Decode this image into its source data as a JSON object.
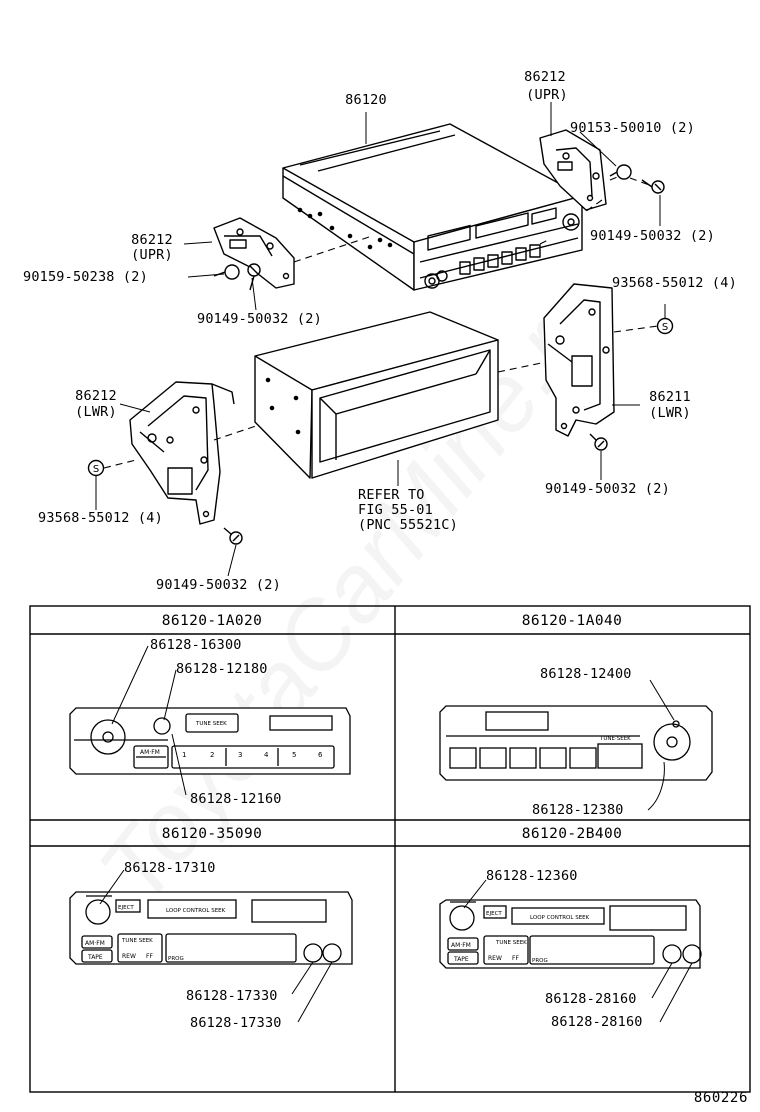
{
  "exploded_view": {
    "labels": {
      "main_unit": "86120",
      "bracket_upr_right": "86212",
      "bracket_upr_right_note": "(UPR)",
      "bolt_a": "90153-50010 (2)",
      "screw_right_upper": "90149-50032 (2)",
      "bracket_upr_left": "86212",
      "bracket_upr_left_note": "(UPR)",
      "bolt_b": "90159-50238 (2)",
      "screw_left_upper": "90149-50032 (2)",
      "clip_right": "93568-55012 (4)",
      "bracket_lwr_right": "86211",
      "bracket_lwr_right_note": "(LWR)",
      "bracket_lwr_left": "86212",
      "bracket_lwr_left_note": "(LWR)",
      "screw_right_lower": "90149-50032 (2)",
      "refer_line1": "REFER TO",
      "refer_line2": "FIG 55-01",
      "refer_line3": "(PNC 55521C)",
      "clip_left": "93568-55012 (4)",
      "screw_left_lower": "90149-50032 (2)"
    }
  },
  "variants": [
    {
      "title": "86120-1A020",
      "callouts": [
        "86128-16300",
        "86128-12180",
        "86128-12160"
      ]
    },
    {
      "title": "86120-1A040",
      "callouts": [
        "86128-12400",
        "86128-12380"
      ]
    },
    {
      "title": "86120-35090",
      "callouts": [
        "86128-17310",
        "86128-17330",
        "86128-17330"
      ]
    },
    {
      "title": "86120-2B400",
      "callouts": [
        "86128-12360",
        "86128-28160",
        "86128-28160"
      ]
    }
  ],
  "panel_text": {
    "am_fm": "AM·FM",
    "tape": "TAPE",
    "eject": "EJECT",
    "tune_seek": "TUNE SEEK",
    "tune_seek_dot": "TUNE·SEEK",
    "rew": "REW",
    "ff": "FF",
    "loop_control": "LOOP CONTROL SEEK",
    "prog": "PROG",
    "presets": [
      "1",
      "2",
      "3",
      "4",
      "5",
      "6"
    ]
  },
  "watermark": "ToyotaCarMine.ru",
  "figure_number": "860226"
}
